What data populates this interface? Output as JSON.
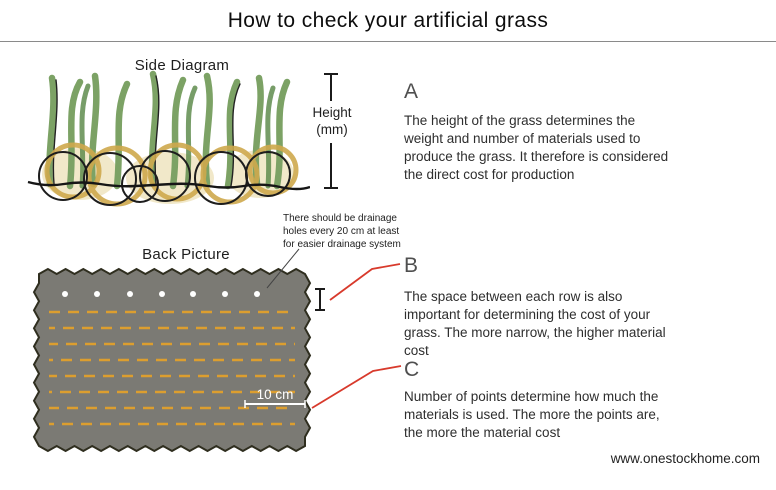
{
  "header": {
    "title": "How to check your artificial grass"
  },
  "labels": {
    "side_diagram": "Side Diagram",
    "back_picture": "Back Picture",
    "height_line1": "Height",
    "height_line2": "(mm)",
    "drainage_note": "There should be drainage holes every 20 cm at least for easier drainage system",
    "scale": "10 cm"
  },
  "sections": [
    {
      "letter": "A",
      "text": "The height of the grass determines the weight and number of materials used to produce the grass. It therefore is considered the direct cost for production"
    },
    {
      "letter": "B",
      "text": "The space between each row is also important for determining the cost of your grass. The more narrow, the higher material cost"
    },
    {
      "letter": "C",
      "text": "Number of points determine how much the materials is used. The more the points are, the more the material cost"
    }
  ],
  "footer": {
    "url": "www.onestockhome.com"
  },
  "colors": {
    "accent_red": "#d83a2c",
    "stitch_orange": "#dc9e2f",
    "grass_green": "#7ca265",
    "yarn_tan": "#cfa94d",
    "backing_gray": "#7b7a74",
    "ink_black": "#1b1b1b"
  }
}
